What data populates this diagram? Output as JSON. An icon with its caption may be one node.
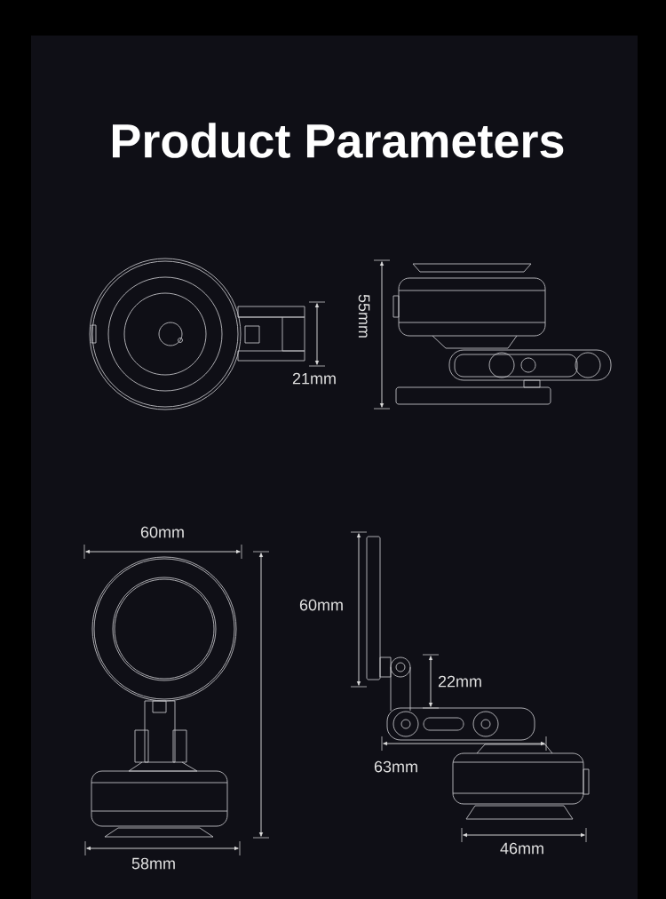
{
  "diagram": {
    "title": "Product Parameters",
    "labels": [
      "55mm",
      "21mm",
      "60mm",
      "60mm",
      "22mm",
      "63mm",
      "46mm",
      "58mm"
    ]
  }
}
